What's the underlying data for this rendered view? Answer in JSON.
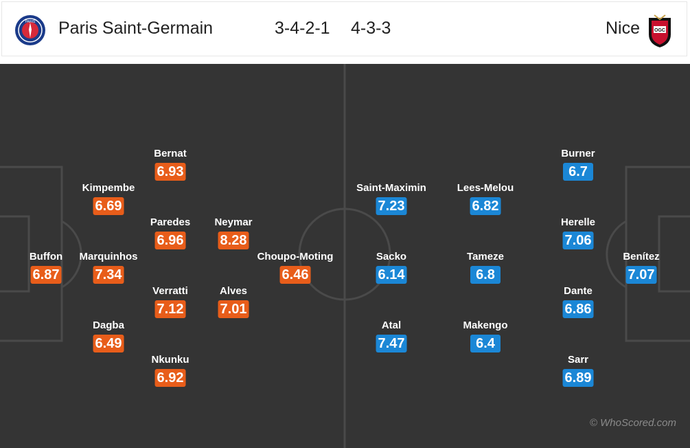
{
  "header": {
    "home_team": "Paris Saint-Germain",
    "home_formation": "3-4-2-1",
    "away_formation": "4-3-3",
    "away_team": "Nice",
    "home_crest_icon": "psg-crest-icon",
    "away_crest_icon": "nice-crest-icon"
  },
  "colors": {
    "pitch": "#343434",
    "lines": "#4a4a4a",
    "home_badge": "#e85d1a",
    "away_badge": "#1b87d6"
  },
  "home_players": [
    {
      "name": "Buffon",
      "rating": "6.87"
    },
    {
      "name": "Kimpembe",
      "rating": "6.69"
    },
    {
      "name": "Marquinhos",
      "rating": "7.34"
    },
    {
      "name": "Dagba",
      "rating": "6.49"
    },
    {
      "name": "Bernat",
      "rating": "6.93"
    },
    {
      "name": "Paredes",
      "rating": "6.96"
    },
    {
      "name": "Verratti",
      "rating": "7.12"
    },
    {
      "name": "Nkunku",
      "rating": "6.92"
    },
    {
      "name": "Neymar",
      "rating": "8.28"
    },
    {
      "name": "Alves",
      "rating": "7.01"
    },
    {
      "name": "Choupo-Moting",
      "rating": "6.46"
    }
  ],
  "away_players": [
    {
      "name": "Saint-Maximin",
      "rating": "7.23"
    },
    {
      "name": "Sacko",
      "rating": "6.14"
    },
    {
      "name": "Atal",
      "rating": "7.47"
    },
    {
      "name": "Lees-Melou",
      "rating": "6.82"
    },
    {
      "name": "Tameze",
      "rating": "6.8"
    },
    {
      "name": "Makengo",
      "rating": "6.4"
    },
    {
      "name": "Burner",
      "rating": "6.7"
    },
    {
      "name": "Herelle",
      "rating": "7.06"
    },
    {
      "name": "Dante",
      "rating": "6.86"
    },
    {
      "name": "Sarr",
      "rating": "6.89"
    },
    {
      "name": "Benítez",
      "rating": "7.07"
    }
  ],
  "watermark": "© WhoScored.com"
}
